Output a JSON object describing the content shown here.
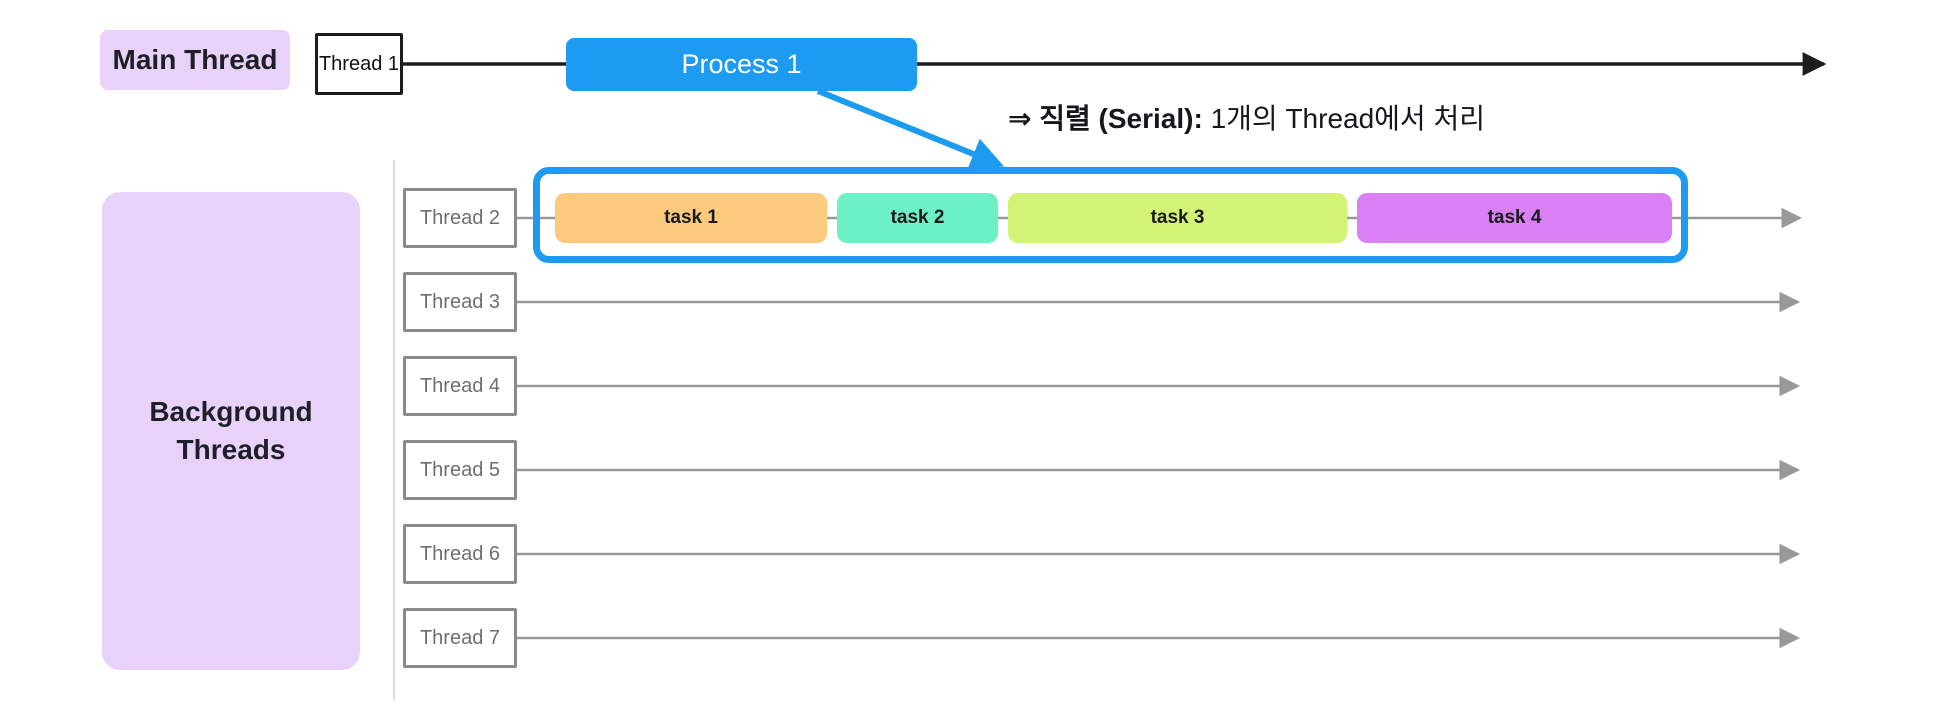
{
  "palette": {
    "accent_blue": "#1D9BF0",
    "lavender": "#E8D2FA",
    "gray_line": "#999999",
    "black_line": "#1C1C1E",
    "thread_box_border": "#8A8A8A",
    "thread_box_text": "#6E6E6E"
  },
  "main_thread": {
    "group_label": "Main Thread",
    "thread_label": "Thread 1",
    "process_label": "Process 1"
  },
  "annotation": {
    "bold_part": "⇒ 직렬 (Serial):",
    "regular_part": " 1개의 Thread에서 처리"
  },
  "background_threads": {
    "group_label_line1": "Background",
    "group_label_line2": "Threads",
    "rows": [
      {
        "label": "Thread 2"
      },
      {
        "label": "Thread 3"
      },
      {
        "label": "Thread 4"
      },
      {
        "label": "Thread 5"
      },
      {
        "label": "Thread 6"
      },
      {
        "label": "Thread 7"
      }
    ]
  },
  "serial_queue": {
    "tasks": [
      {
        "label": "task 1",
        "color": "#FBCA7D"
      },
      {
        "label": "task 2",
        "color": "#6CF1C6"
      },
      {
        "label": "task 3",
        "color": "#D3F377"
      },
      {
        "label": "task 4",
        "color": "#D980F4"
      }
    ]
  }
}
